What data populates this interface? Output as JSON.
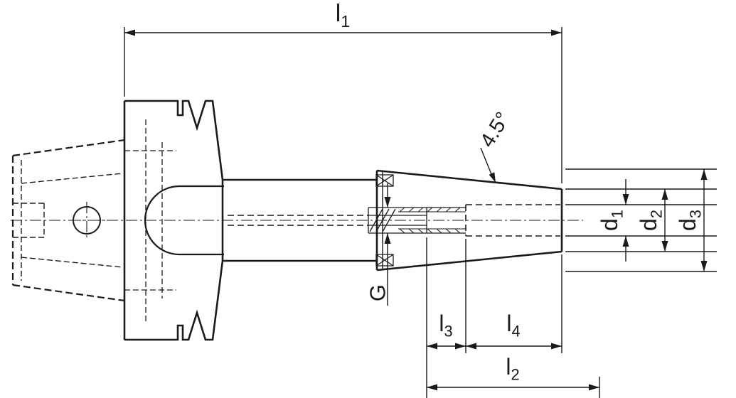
{
  "drawing": {
    "colors": {
      "line": "#1a1a1a",
      "background": "#ffffff"
    },
    "labels": {
      "l1": {
        "base": "l",
        "sub": "1"
      },
      "l2": {
        "base": "l",
        "sub": "2"
      },
      "l3": {
        "base": "l",
        "sub": "3"
      },
      "l4": {
        "base": "l",
        "sub": "4"
      },
      "d1": {
        "base": "d",
        "sub": "1"
      },
      "d2": {
        "base": "d",
        "sub": "2"
      },
      "d3": {
        "base": "d",
        "sub": "3"
      },
      "thread": "G",
      "taper_angle": "4.5°"
    }
  }
}
